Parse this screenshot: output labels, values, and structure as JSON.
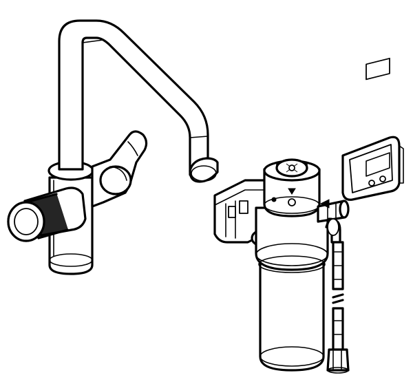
{
  "figure": {
    "background": "#ffffff",
    "line_color": "#000000",
    "components": [
      {
        "id": "faucet",
        "icon": "kitchen-faucet-icon"
      },
      {
        "id": "filter",
        "icon": "water-filter-icon"
      },
      {
        "id": "display",
        "icon": "lcd-display-icon"
      },
      {
        "id": "hose",
        "icon": "flex-hose-icon"
      }
    ]
  }
}
